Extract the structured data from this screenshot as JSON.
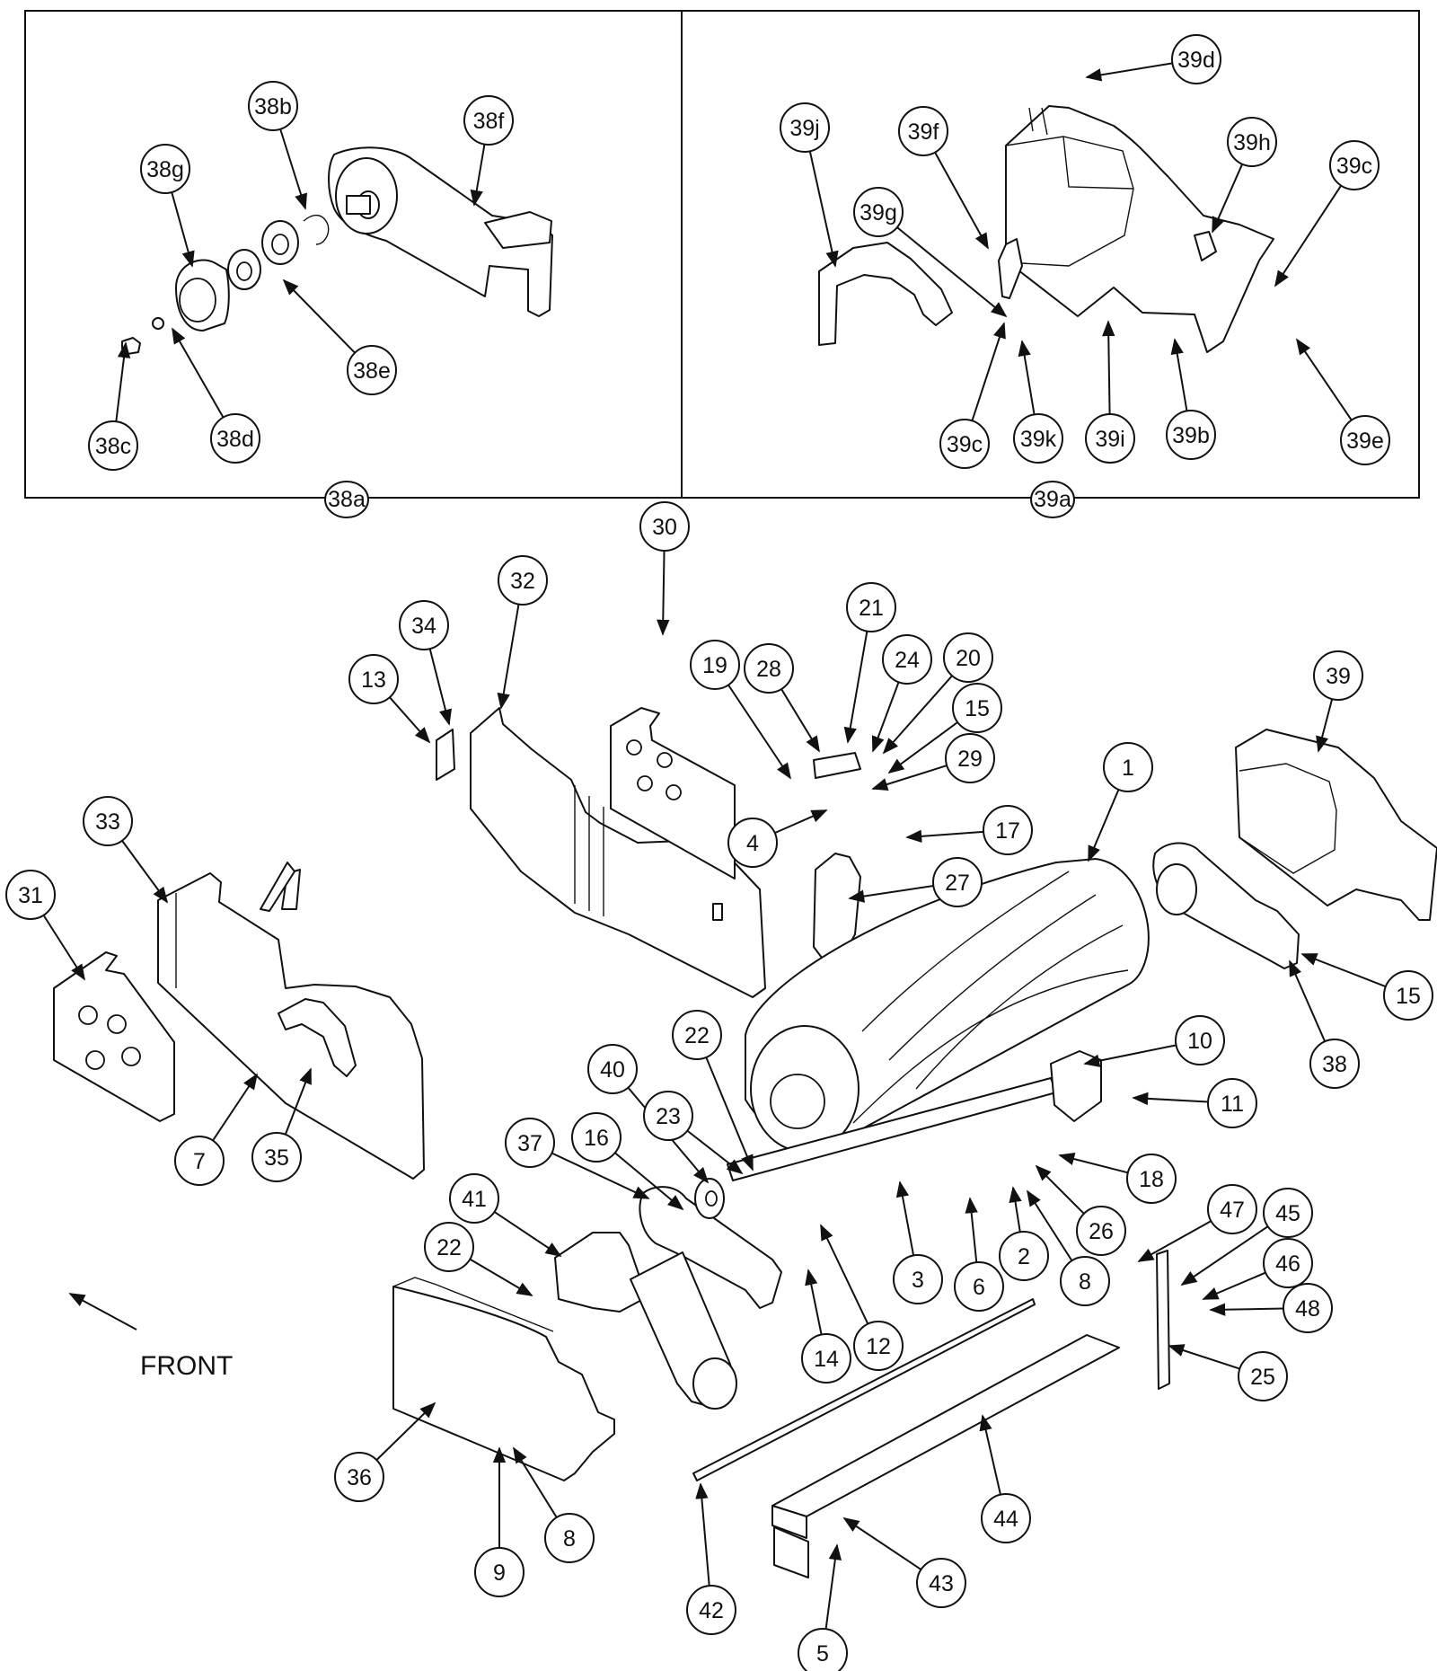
{
  "front_label": "FRONT",
  "insets": [
    {
      "id": "38a",
      "label": "38a"
    },
    {
      "id": "39a",
      "label": "39a"
    }
  ],
  "callouts": {
    "c38b": "38b",
    "c38f": "38f",
    "c38g": "38g",
    "c38e": "38e",
    "c38c": "38c",
    "c38d": "38d",
    "c39d": "39d",
    "c39j": "39j",
    "c39f": "39f",
    "c39h": "39h",
    "c39c_top": "39c",
    "c39g": "39g",
    "c39c_bot": "39c",
    "c39k": "39k",
    "c39i": "39i",
    "c39b": "39b",
    "c39e": "39e",
    "c30": "30",
    "c32": "32",
    "c34": "34",
    "c13": "13",
    "c19": "19",
    "c28": "28",
    "c21": "21",
    "c24": "24",
    "c20": "20",
    "c15a": "15",
    "c29": "29",
    "c17": "17",
    "c4": "4",
    "c27": "27",
    "c1": "1",
    "c39": "39",
    "c15b": "15",
    "c38": "38",
    "c33": "33",
    "c31": "31",
    "c7": "7",
    "c35": "35",
    "c22a": "22",
    "c40": "40",
    "c23": "23",
    "c16": "16",
    "c37": "37",
    "c41": "41",
    "c10": "10",
    "c11": "11",
    "c18": "18",
    "c26": "26",
    "c3": "3",
    "c6": "6",
    "c2": "2",
    "c8a": "8",
    "c14": "14",
    "c12": "12",
    "c22b": "22",
    "c47": "47",
    "c45": "45",
    "c46": "46",
    "c48": "48",
    "c25": "25",
    "c36": "36",
    "c9": "9",
    "c8b": "8",
    "c42": "42",
    "c43": "43",
    "c44": "44",
    "c5": "5"
  }
}
